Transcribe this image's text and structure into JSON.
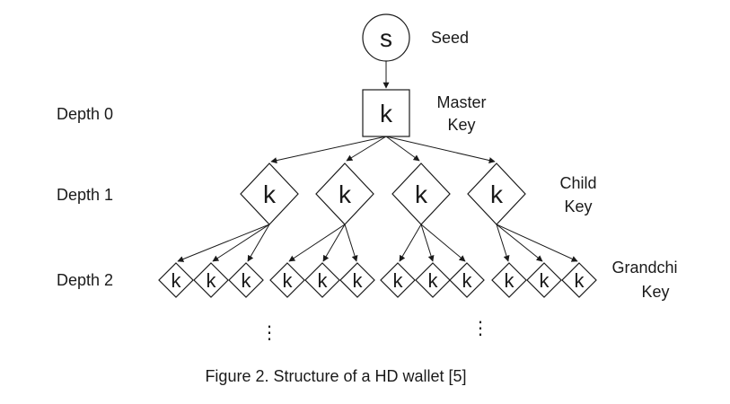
{
  "diagram": {
    "seed_node": {
      "text": "s",
      "label": "Seed"
    },
    "master_node": {
      "text": "k",
      "label_lines": [
        "Master",
        "Key"
      ]
    },
    "child_nodes": {
      "text": "k",
      "count": 4,
      "label_lines": [
        "Child",
        "Key"
      ]
    },
    "grandchild_nodes": {
      "text": "k",
      "count": 12,
      "label_lines": [
        "Grandchi",
        "Key"
      ]
    },
    "depth_labels": [
      "Depth 0",
      "Depth 1",
      "Depth 2"
    ],
    "continuation_marker": "⋮",
    "caption": "Figure 2. Structure of a HD wallet [5]"
  }
}
